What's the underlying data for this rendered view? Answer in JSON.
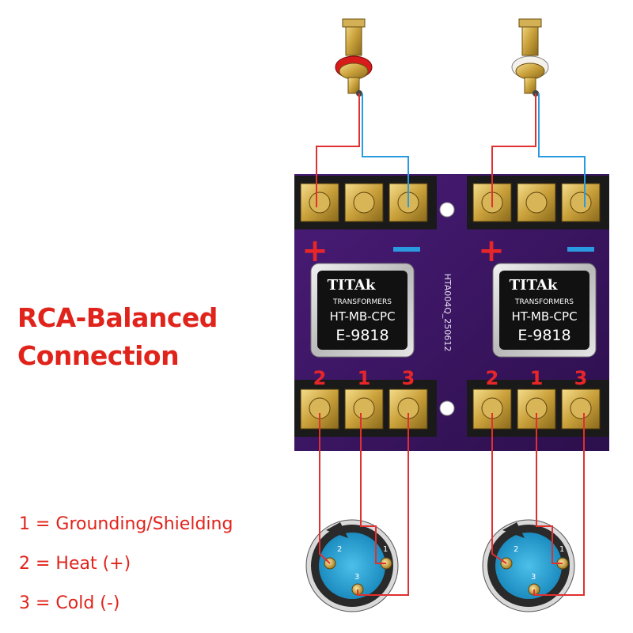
{
  "title_line1": "RCA-Balanced",
  "title_line2": "Connection",
  "legend": [
    "1 = Grounding/Shielding",
    "2 = Heat (+)",
    "3 = Cold (-)"
  ],
  "board_label": "HTA004Q_250612",
  "transformers": [
    {
      "brand": "TITAk",
      "sub": "TRANSFORMERS",
      "model": "HT-MB-CPC",
      "part": "E-9818"
    },
    {
      "brand": "TITAk",
      "sub": "TRANSFORMERS",
      "model": "HT-MB-CPC",
      "part": "E-9818"
    }
  ],
  "input_marks": [
    "+",
    "−"
  ],
  "output_pins": [
    "2",
    "1",
    "3"
  ],
  "xlr_pins": [
    "2",
    "1",
    "3"
  ],
  "colors": {
    "board": "#3a1660",
    "red_text": "#e0231b",
    "wire_red": "#e03030",
    "wire_blue": "#2a9be0",
    "xlr_face": "#2aa8d8"
  }
}
